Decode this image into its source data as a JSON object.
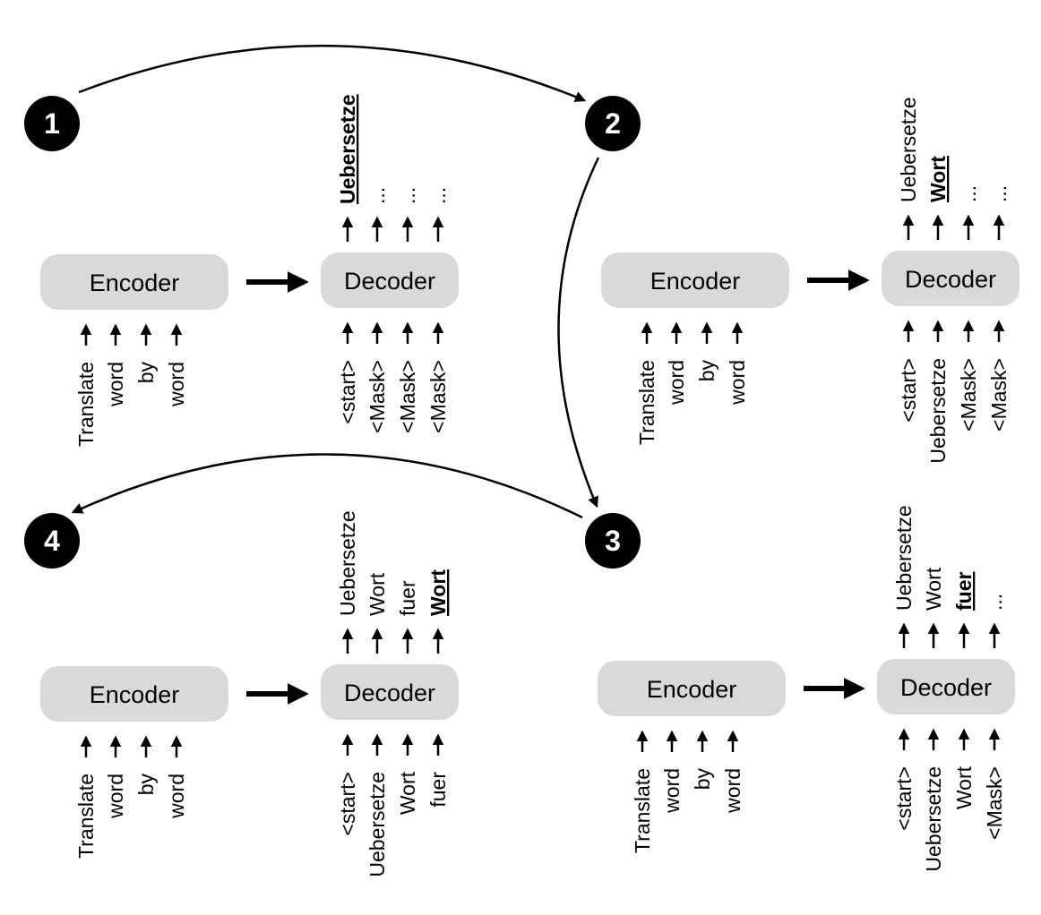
{
  "encoder_label": "Encoder",
  "decoder_label": "Decoder",
  "encoder_inputs": [
    "Translate",
    "word",
    "by",
    "word"
  ],
  "panels": [
    {
      "step": "1",
      "decoder_inputs": [
        "<start>",
        "<Mask>",
        "<Mask>",
        "<Mask>"
      ],
      "decoder_outputs": [
        "Uebersetze",
        "...",
        "...",
        "..."
      ],
      "highlight_index": 0
    },
    {
      "step": "2",
      "decoder_inputs": [
        "<start>",
        "Uebersetze",
        "<Mask>",
        "<Mask>"
      ],
      "decoder_outputs": [
        "Uebersetze",
        "Wort",
        "...",
        "..."
      ],
      "highlight_index": 1
    },
    {
      "step": "3",
      "decoder_inputs": [
        "<start>",
        "Uebersetze",
        "Wort",
        "<Mask>"
      ],
      "decoder_outputs": [
        "Uebersetze",
        "Wort",
        "fuer",
        "..."
      ],
      "highlight_index": 2
    },
    {
      "step": "4",
      "decoder_inputs": [
        "<start>",
        "Uebersetze",
        "Wort",
        "fuer"
      ],
      "decoder_outputs": [
        "Uebersetze",
        "Wort",
        "fuer",
        "Wort"
      ],
      "highlight_index": 3
    }
  ]
}
